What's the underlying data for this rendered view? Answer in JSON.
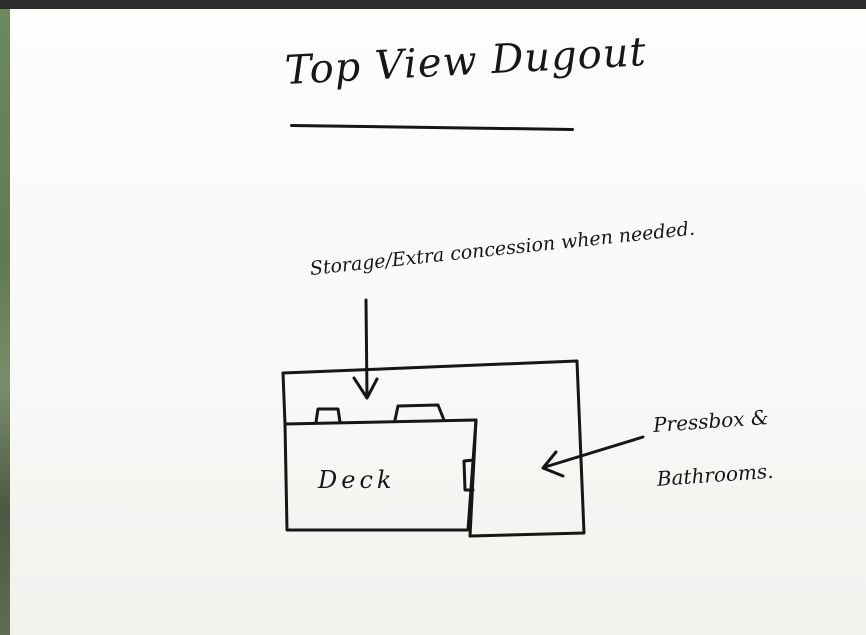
{
  "colors": {
    "ink": "#161616",
    "paper": "#f8f8f6",
    "border": "#2c2c2c"
  },
  "sketch": {
    "title": "Top View Dugout",
    "storage_note": "Storage/Extra concession when needed.",
    "deck_label": "Deck",
    "pressbox_note_line1": "Pressbox &",
    "pressbox_note_line2": "Bathrooms."
  }
}
